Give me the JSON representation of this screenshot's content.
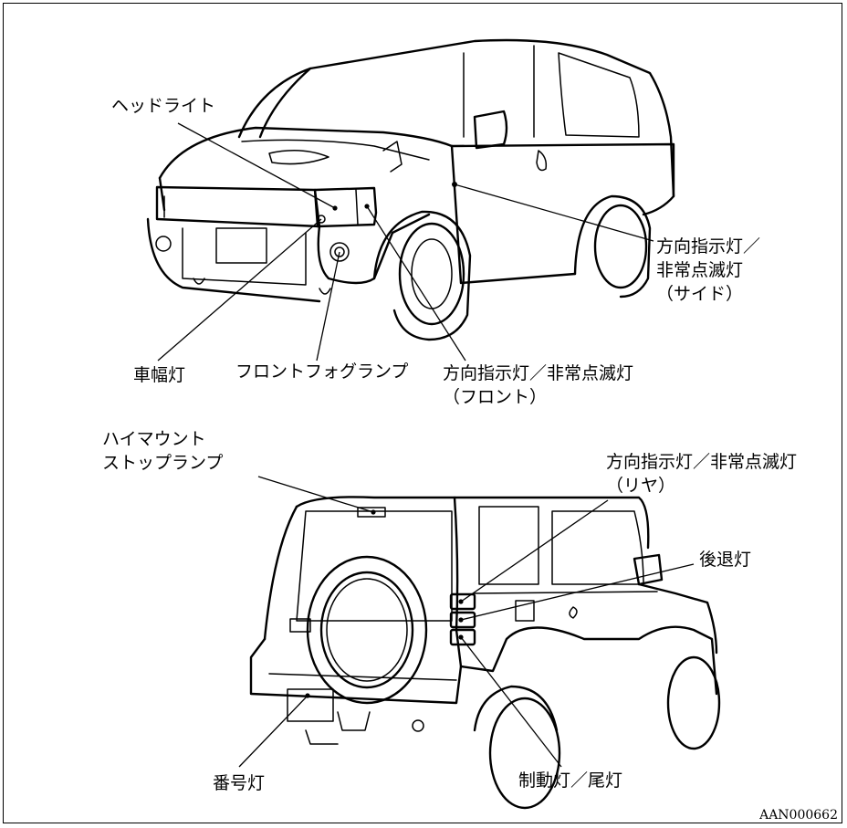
{
  "front_labels": {
    "headlight": "ヘッドライト",
    "side_turn_l1": "方向指示灯／",
    "side_turn_l2": "非常点滅灯",
    "side_turn_l3": "（サイド）",
    "position_lamp": "車幅灯",
    "front_fog": "フロントフォグランプ",
    "front_turn_l1": "方向指示灯／非常点滅灯",
    "front_turn_l2": "（フロント）"
  },
  "rear_labels": {
    "high_mount_l1": "ハイマウント",
    "high_mount_l2": "ストップランプ",
    "rear_turn_l1": "方向指示灯／非常点滅灯",
    "rear_turn_l2": "（リヤ）",
    "backup": "後退灯",
    "license": "番号灯",
    "brake_tail": "制動灯／尾灯"
  },
  "figure_code": "AAN000662"
}
